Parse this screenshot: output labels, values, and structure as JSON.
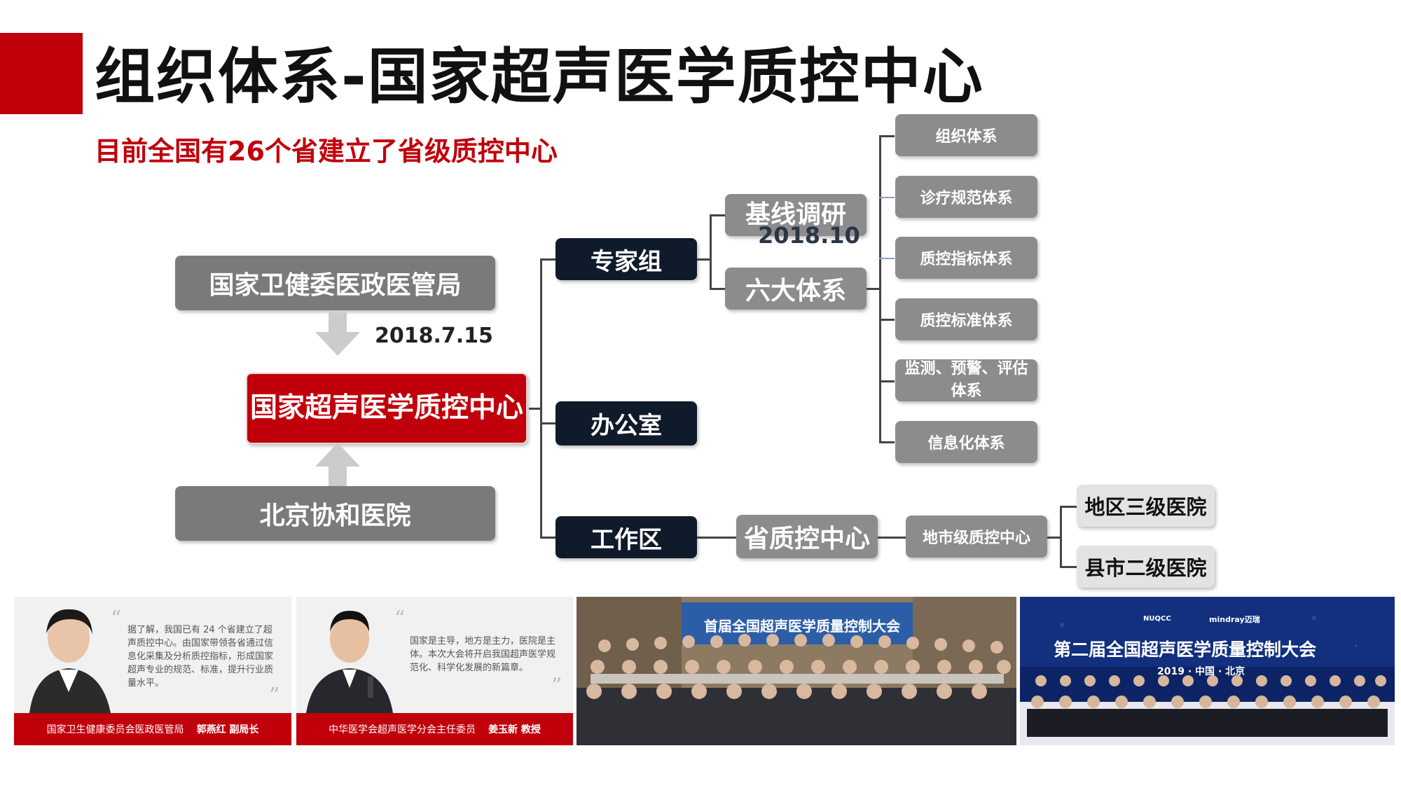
{
  "header": {
    "title": "组织体系-国家超声医学质控中心",
    "subtitle": "目前全国有26个省建立了省级质控中心"
  },
  "left": {
    "top_box": "国家卫健委医政医管局",
    "date": "2018.7.15",
    "center_box": "国家超声医学质控中心",
    "bottom_box": "北京协和医院"
  },
  "branches": {
    "expert": "专家组",
    "office": "办公室",
    "work": "工作区"
  },
  "expert_sub": {
    "survey": "基线调研",
    "survey_date": "2018.10",
    "six": "六大体系"
  },
  "six_systems": [
    {
      "label": "组织体系"
    },
    {
      "label": "诊疗规范体系"
    },
    {
      "label": "质控指标体系"
    },
    {
      "label": "质控标准体系"
    },
    {
      "label": "监测、预警、评估体系"
    },
    {
      "label": "信息化体系"
    }
  ],
  "work_chain": {
    "province": "省质控中心",
    "city": "地市级质控中心",
    "level3": "地区三级医院",
    "level2": "县市二级医院"
  },
  "photos": {
    "quote1": {
      "text": "据了解，我国已有 24 个省建立了超声质控中心。由国家带领各省通过信息化采集及分析质控指标，形成国家超声专业的规范、标准，提升行业质量水平。",
      "caption_org": "国家卫生健康委员会医政医管局",
      "caption_name": "郭燕红 副局长"
    },
    "quote2": {
      "text": "国家是主导，地方是主力，医院是主体。本次大会将开启我国超声医学规范化、科学化发展的新篇章。",
      "caption_org": "中华医学会超声医学分会主任委员",
      "caption_name": "姜玉新 教授"
    },
    "photo3_banner": "首届全国超声医学质量控制大会",
    "photo4_banner": "第二届全国超声医学质量控制大会",
    "photo4_year": "2019 · 中国 · 北京",
    "photo4_logos": [
      "NUQCC",
      "mindray迈瑞"
    ]
  },
  "colors": {
    "accent_red": "#c0000b",
    "navy": "#0f1a2a",
    "gray": "#7a7a7a"
  }
}
